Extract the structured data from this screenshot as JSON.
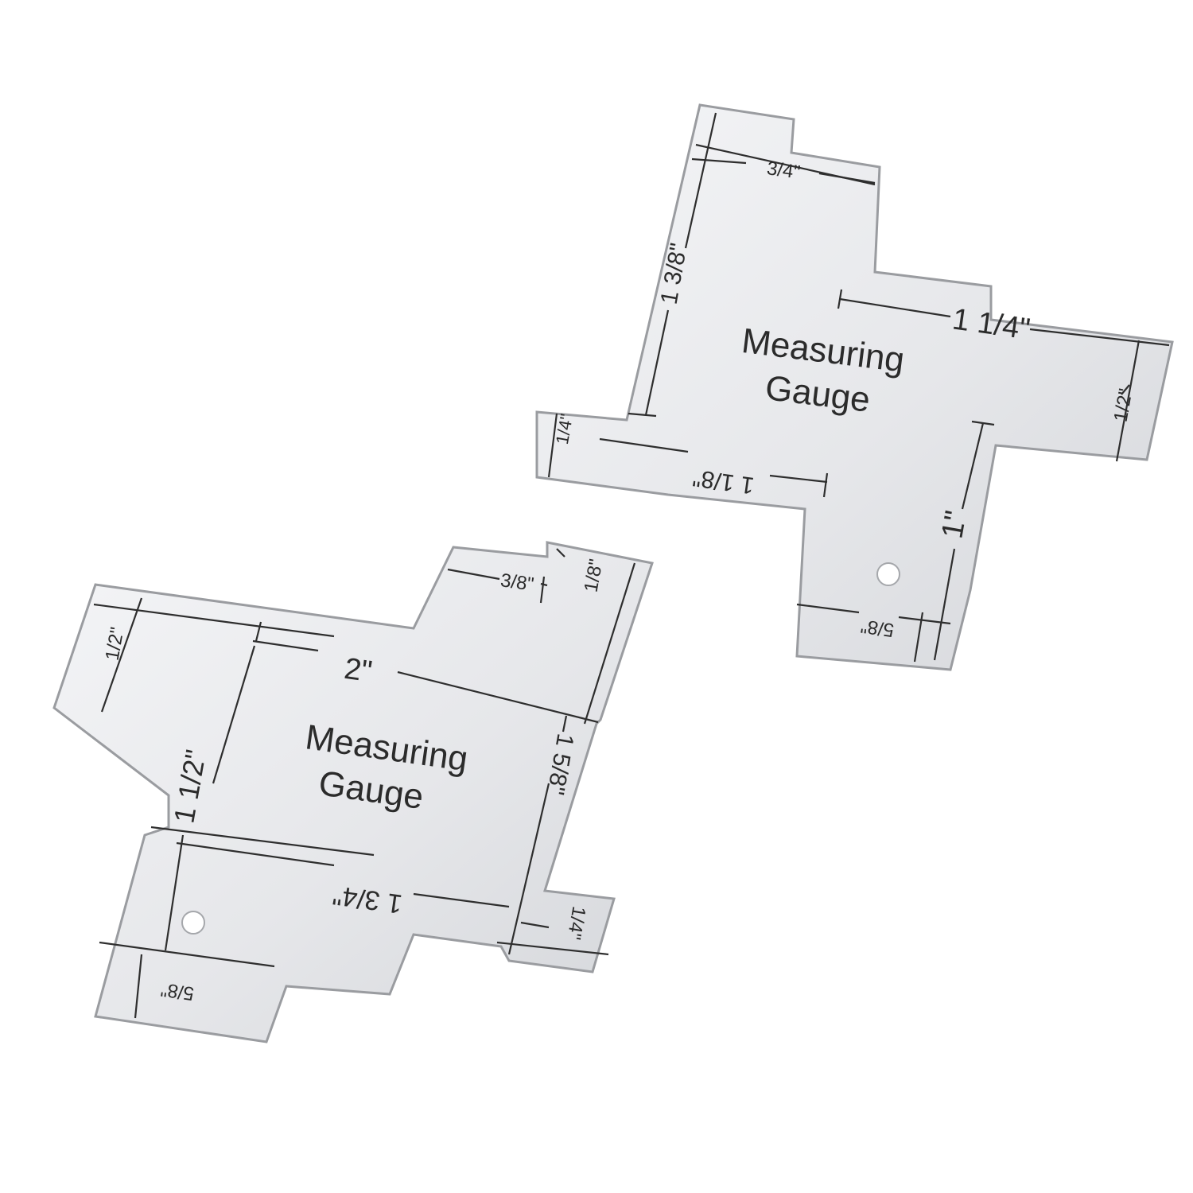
{
  "scene": {
    "background": "#ffffff",
    "metal_light": "#f4f5f7",
    "metal_dark": "#d4d6da",
    "ink": "#2b2b2b",
    "object": "two-metal-sewing-gauges"
  },
  "gauge_top": {
    "title_line1": "Measuring",
    "title_line2": "Gauge",
    "labels": {
      "three_quarter": "3/4\"",
      "one_three_eighths": "1 3/8\"",
      "one_quarter_in": "1 1/4\"",
      "half": "1/2\"",
      "quarter": "1/4\"",
      "one_eighth": "1 1/8\"",
      "one": "1\"",
      "five_eighths": "5/8\""
    }
  },
  "gauge_bottom": {
    "title_line1": "Measuring",
    "title_line2": "Gauge",
    "labels": {
      "three_eighths": "3/8\"",
      "one_eighth": "1/8\"",
      "half": "1/2\"",
      "two": "2\"",
      "one_five_eighths": "1 5/8\"",
      "one_half": "1 1/2\"",
      "one_three_quarters": "1 3/4\"",
      "quarter": "1/4\"",
      "five_eighths": "5/8\""
    }
  }
}
